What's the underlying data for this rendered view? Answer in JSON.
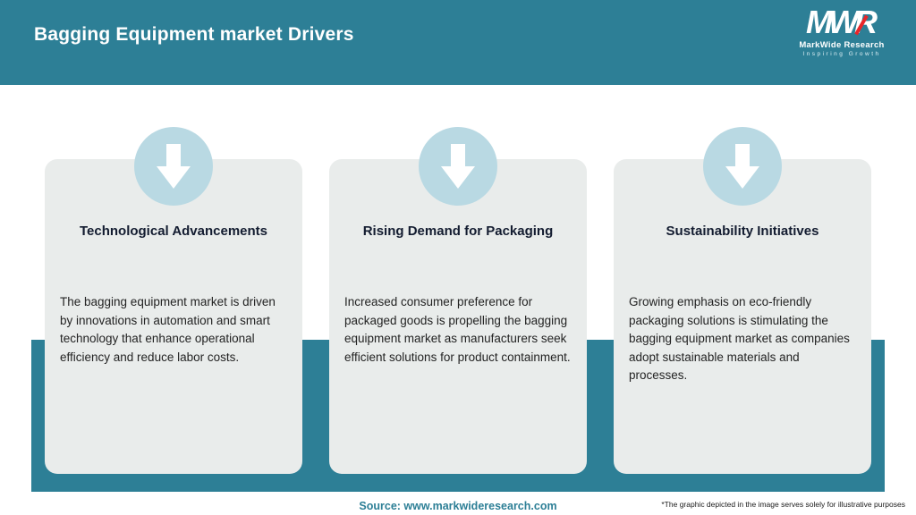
{
  "header": {
    "title": "Bagging Equipment market Drivers",
    "logo": {
      "acronym": "MWR",
      "name": "MarkWide Research",
      "tagline": "Inspiring Growth"
    }
  },
  "cards": [
    {
      "icon": "down-arrow-icon",
      "title": "Technological Advancements",
      "body": "The bagging equipment market is driven by innovations in automation and smart technology that enhance operational efficiency and reduce labor costs."
    },
    {
      "icon": "down-arrow-icon",
      "title": "Rising Demand for Packaging",
      "body": "Increased consumer preference for packaged goods is propelling the bagging equipment market as manufacturers seek efficient solutions for product containment."
    },
    {
      "icon": "down-arrow-icon",
      "title": "Sustainability Initiatives",
      "body": "Growing emphasis on eco-friendly packaging solutions is stimulating the bagging equipment market as companies adopt sustainable materials and processes."
    }
  ],
  "footer": {
    "source_label": "Source: ",
    "source_url": "www.markwideresearch.com",
    "disclaimer": "*The graphic depicted in the image serves solely for illustrative purposes"
  },
  "colors": {
    "teal": "#2d7f96",
    "light_blue": "#b9d9e3",
    "card_bg": "#e9eceb",
    "title_text": "#131c30",
    "logo_accent_red": "#e8262a"
  }
}
